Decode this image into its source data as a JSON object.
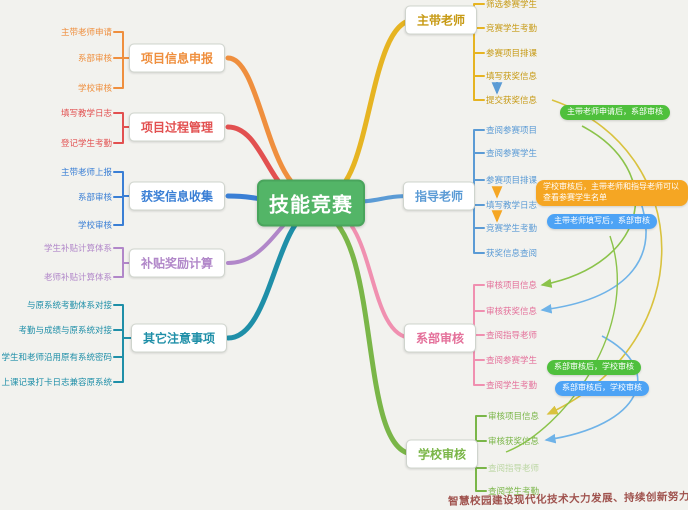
{
  "center": {
    "label": "技能竞赛",
    "color": "#53b567"
  },
  "left_branches": [
    {
      "label": "项目信息申报",
      "color": "#ef8f3e",
      "leaves": [
        "主带老师申请",
        "系部审核",
        "学校审核"
      ]
    },
    {
      "label": "项目过程管理",
      "color": "#e25050",
      "leaves": [
        "填写教学日志",
        "登记学生考勤"
      ]
    },
    {
      "label": "获奖信息收集",
      "color": "#3a7fd5",
      "leaves": [
        "主带老师上报",
        "系部审核",
        "学校审核"
      ]
    },
    {
      "label": "补贴奖励计算",
      "color": "#b187c9",
      "leaves": [
        "学生补贴计算体系",
        "老师补贴计算体系"
      ]
    },
    {
      "label": "其它注意事项",
      "color": "#1f8fa8",
      "leaves": [
        "与原系统考勤体系对接",
        "考勤与成绩与原系统对接",
        "学生和老师沿用原有系统密码",
        "上课记录打卡日志兼容原系统"
      ]
    }
  ],
  "right_branches": [
    {
      "label": "主带老师",
      "color": "#e6b422",
      "leaves": [
        "筛选参赛学生",
        "竞赛学生考勤",
        "参赛项目排课",
        "填写获奖信息",
        "提交获奖信息"
      ]
    },
    {
      "label": "指导老师",
      "color": "#5b9bd5",
      "leaves": [
        "查阅参赛项目",
        "查阅参赛学生",
        "参赛项目排课",
        "填写教学日志",
        "竞赛学生考勤",
        "获奖信息查阅"
      ]
    },
    {
      "label": "系部审核",
      "color": "#f090b0",
      "leaves": [
        "审核项目信息",
        "审核获奖信息",
        "查阅指导老师",
        "查阅参赛学生",
        "查阅学生考勤"
      ]
    },
    {
      "label": "学校审核",
      "color": "#7ab648",
      "leaves": [
        "审核项目信息",
        "审核获奖信息",
        "查阅指导老师",
        "查阅学生考勤"
      ]
    }
  ],
  "badges": [
    {
      "text": "主带老师申请后，系部审核",
      "color": "#4fc03c"
    },
    {
      "text": "学校审核后，主带老师和指导老师可以查看参赛学生名单",
      "color": "#f5a623"
    },
    {
      "text": "主带老师填写后，系部审核",
      "color": "#4da3f5"
    },
    {
      "text": "系部审核后，学校审核",
      "color": "#4fc03c"
    },
    {
      "text": "系部审核后，学校审核",
      "color": "#4da3f5"
    }
  ],
  "watermark": {
    "text": "智慧校园建设现代化技术大力发展、持续创新努力开拓"
  }
}
